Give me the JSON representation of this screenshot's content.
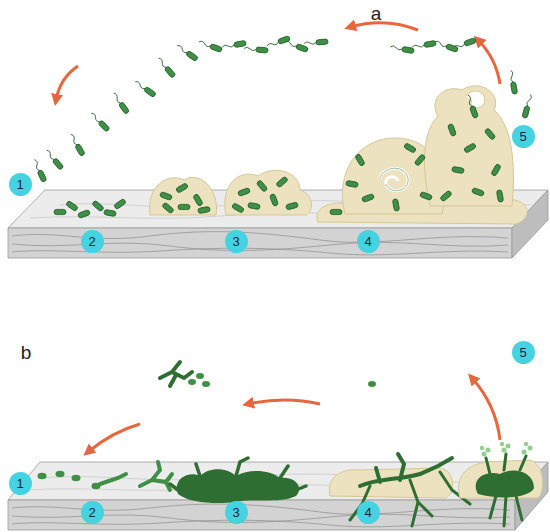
{
  "diagram": {
    "nodes": [
      {
        "text": [
          "1"
        ]
      },
      {
        "text": [
          "2"
        ]
      },
      {
        "text": [
          "3"
        ]
      },
      {
        "text": [
          "4"
        ]
      },
      {
        "text": [
          "5"
        ]
      },
      {
        "text": [
          "1"
        ]
      },
      {
        "text": [
          "2"
        ]
      },
      {
        "text": [
          "3"
        ]
      },
      {
        "text": [
          "4"
        ]
      },
      {
        "text": [
          "5"
        ]
      }
    ],
    "labels": [
      "a",
      "b"
    ]
  }
}
